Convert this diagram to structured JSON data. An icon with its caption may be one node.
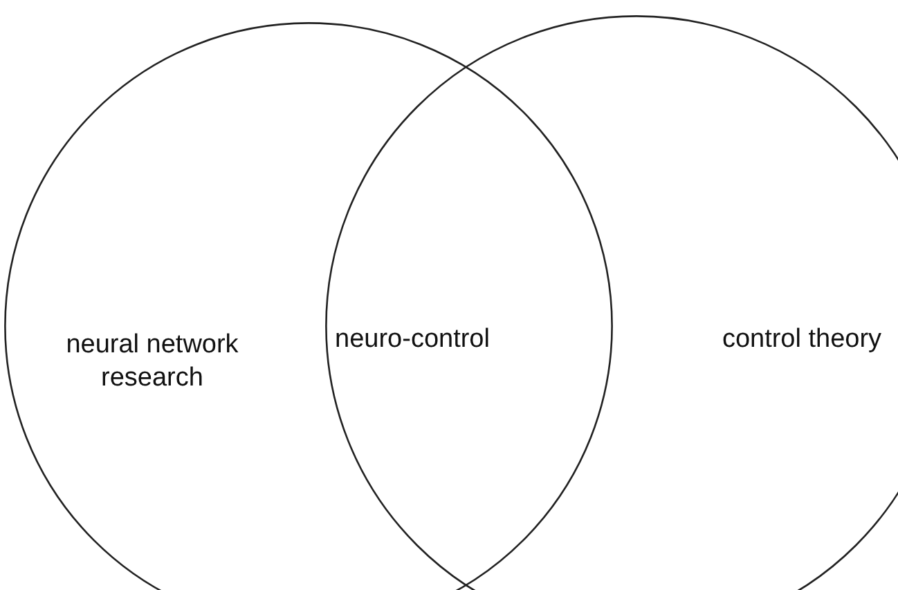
{
  "diagram": {
    "nodes": [
      {
        "text": [
          "neural network research"
        ]
      },
      {
        "text": [
          "control theory"
        ]
      }
    ],
    "labels": [
      "neuro-control"
    ]
  }
}
